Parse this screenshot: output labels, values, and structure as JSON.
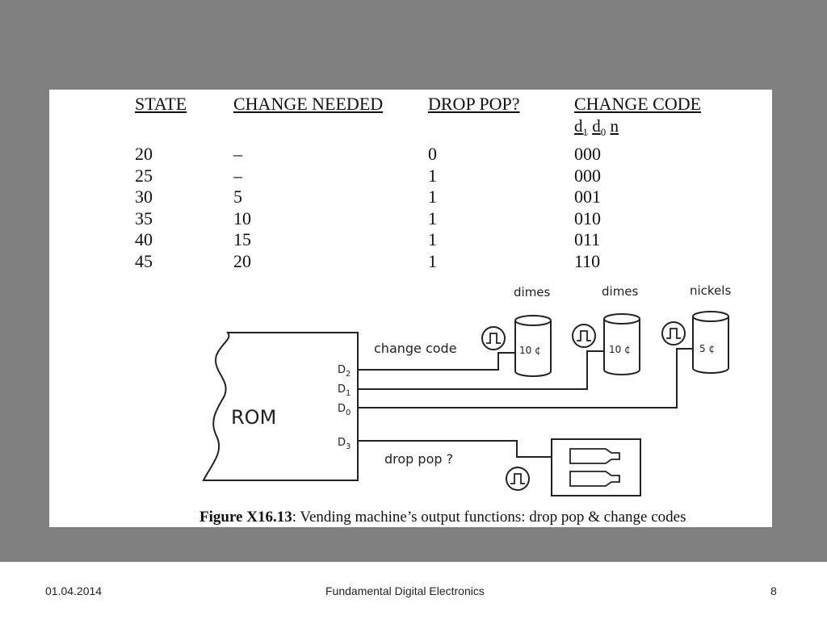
{
  "table": {
    "headers": [
      "STATE",
      "CHANGE NEEDED",
      "DROP POP?",
      "CHANGE CODE"
    ],
    "subheader": {
      "d1": "d",
      "d1_sub": "1",
      "d0": "d",
      "d0_sub": "0",
      "n": "n"
    },
    "rows": [
      {
        "state": "20",
        "change": "–",
        "drop": "0",
        "code": "000"
      },
      {
        "state": "25",
        "change": "–",
        "drop": "1",
        "code": "000"
      },
      {
        "state": "30",
        "change": "5",
        "drop": "1",
        "code": "001"
      },
      {
        "state": "35",
        "change": "10",
        "drop": "1",
        "code": "010"
      },
      {
        "state": "40",
        "change": "15",
        "drop": "1",
        "code": "011"
      },
      {
        "state": "45",
        "change": "20",
        "drop": "1",
        "code": "110"
      }
    ]
  },
  "diagram": {
    "rom_label": "ROM",
    "pins": {
      "d2": "D",
      "d2_sub": "2",
      "d1": "D",
      "d1_sub": "1",
      "d0": "D",
      "d0_sub": "0",
      "d3": "D",
      "d3_sub": "3"
    },
    "change_code_label": "change code",
    "drop_pop_label": "drop pop ?",
    "dispensers": [
      {
        "name": "dimes",
        "value": "10 ¢"
      },
      {
        "name": "dimes",
        "value": "10 ¢"
      },
      {
        "name": "nickels",
        "value": "5 ¢"
      }
    ]
  },
  "caption": {
    "figure": "Figure X16.13",
    "text": ": Vending machine’s output functions: drop pop & change codes"
  },
  "footer": {
    "date": "01.04.2014",
    "title": "Fundamental Digital Electronics",
    "page": "8"
  }
}
